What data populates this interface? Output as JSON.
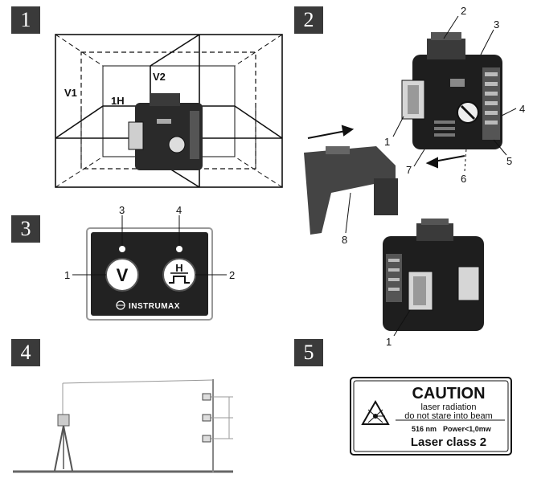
{
  "figures": {
    "fig1": {
      "number": "1",
      "labels": {
        "v1": "V1",
        "v2": "V2",
        "h1": "1H"
      }
    },
    "fig2": {
      "number": "2",
      "callouts": [
        "1",
        "2",
        "3",
        "4",
        "5",
        "6",
        "7",
        "8"
      ],
      "bottom_callout": "1"
    },
    "fig3": {
      "number": "3",
      "callouts": [
        "1",
        "2",
        "3",
        "4"
      ],
      "button_v": "V",
      "button_h": "H",
      "brand": "INSTRUMAX"
    },
    "fig4": {
      "number": "4"
    },
    "fig5": {
      "number": "5"
    }
  },
  "caution": {
    "title": "CAUTION",
    "line1": "laser radiation",
    "line2": "do not stare into beam",
    "wavelength": "516 nm",
    "power": "Power<1,0mw",
    "class": "Laser class 2"
  },
  "colors": {
    "panel": "#222222",
    "box": "#3a3a3a",
    "device": "#1e1e1e"
  }
}
